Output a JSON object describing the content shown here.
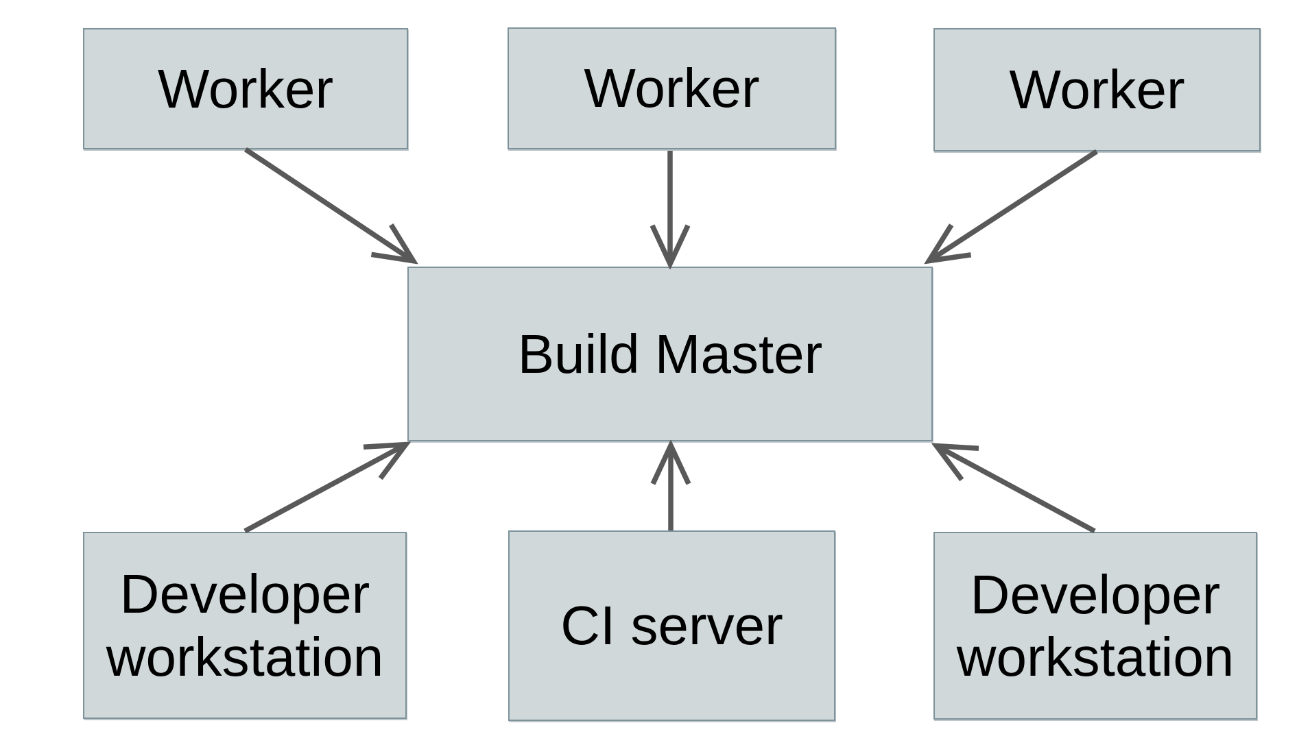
{
  "diagram": {
    "type": "architecture-diagram",
    "background": "#ffffff",
    "colors": {
      "box_fill": "#d0d8da",
      "box_border": "#7d929b",
      "arrow": "#595959",
      "text": "#000000"
    },
    "nodes": [
      {
        "id": "worker-1",
        "label": "Worker"
      },
      {
        "id": "worker-2",
        "label": "Worker"
      },
      {
        "id": "worker-3",
        "label": "Worker"
      },
      {
        "id": "build-master",
        "label": "Build Master"
      },
      {
        "id": "developer-workstation-left",
        "label": "Developer workstation"
      },
      {
        "id": "ci-server",
        "label": "CI server"
      },
      {
        "id": "developer-workstation-right",
        "label": "Developer workstation"
      }
    ],
    "edges": [
      {
        "from": "worker-1",
        "to": "build-master"
      },
      {
        "from": "worker-2",
        "to": "build-master"
      },
      {
        "from": "worker-3",
        "to": "build-master"
      },
      {
        "from": "developer-workstation-left",
        "to": "build-master"
      },
      {
        "from": "ci-server",
        "to": "build-master"
      },
      {
        "from": "developer-workstation-right",
        "to": "build-master"
      }
    ]
  }
}
